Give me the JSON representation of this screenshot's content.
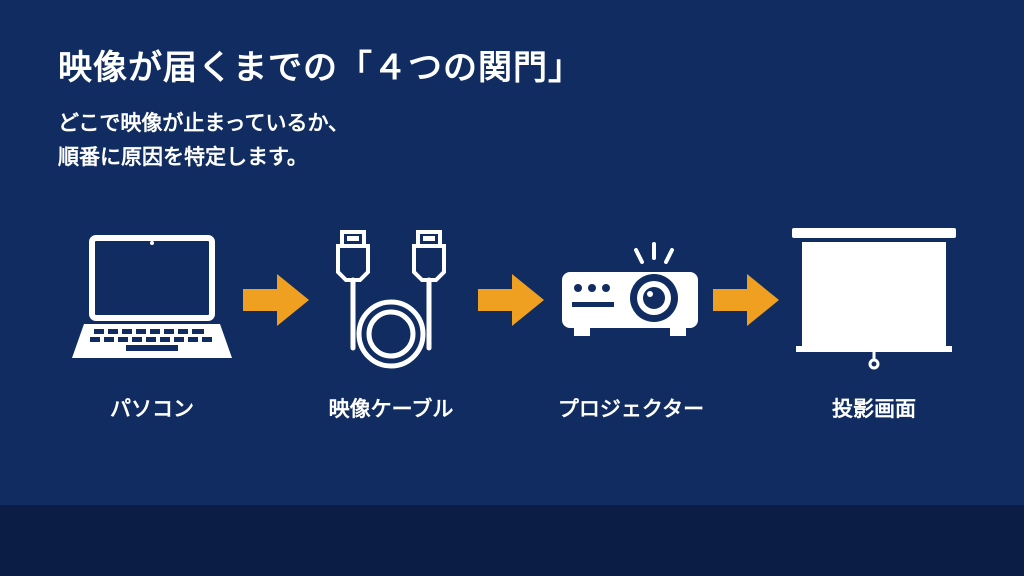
{
  "slide": {
    "title": "映像が届くまでの「４つの関門」",
    "subtitle_line1": "どこで映像が止まっているか、",
    "subtitle_line2": "順番に原因を特定します。"
  },
  "steps": [
    {
      "label": "パソコン",
      "icon": "laptop-icon"
    },
    {
      "label": "映像ケーブル",
      "icon": "hdmi-cable-icon"
    },
    {
      "label": "プロジェクター",
      "icon": "projector-icon"
    },
    {
      "label": "投影画面",
      "icon": "projection-screen-icon"
    }
  ],
  "colors": {
    "background": "#102c60",
    "footer": "#0b1d44",
    "arrow": "#f0a020",
    "icon": "#ffffff"
  }
}
